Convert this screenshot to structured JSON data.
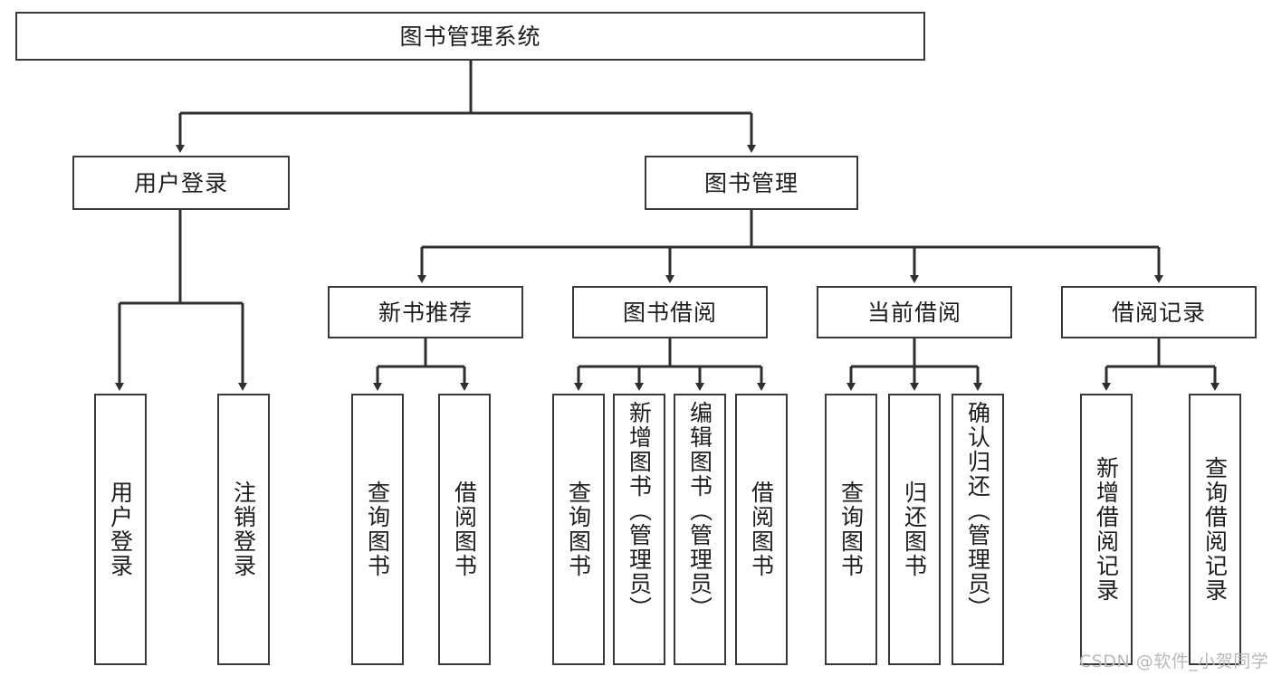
{
  "diagram": {
    "title": "图书管理系统",
    "type": "tree-hierarchy-diagram",
    "root": {
      "label": "图书管理系统"
    },
    "level1": [
      {
        "label": "用户登录"
      },
      {
        "label": "图书管理"
      }
    ],
    "level2": [
      {
        "label": "新书推荐"
      },
      {
        "label": "图书借阅"
      },
      {
        "label": "当前借阅"
      },
      {
        "label": "借阅记录"
      }
    ],
    "leaves": {
      "user_login": [
        {
          "label": "用户登录"
        },
        {
          "label": "注销登录"
        }
      ],
      "new_book_recommend": [
        {
          "label": "查询图书"
        },
        {
          "label": "借阅图书"
        }
      ],
      "book_borrow": [
        {
          "label": "查询图书"
        },
        {
          "label": "新增图书（管理员）"
        },
        {
          "label": "编辑图书（管理员）"
        },
        {
          "label": "借阅图书"
        }
      ],
      "current_borrow": [
        {
          "label": "查询图书"
        },
        {
          "label": "归还图书"
        },
        {
          "label": "确认归还（管理员）"
        }
      ],
      "borrow_record": [
        {
          "label": "新增借阅记录"
        },
        {
          "label": "查询借阅记录"
        }
      ]
    },
    "watermark": "CSDN @软件_小贺同学",
    "colors": {
      "box_border": "#3a3a3a",
      "box_fill": "#ffffff",
      "text": "#1d1d1d",
      "connector": "#2f2f2f",
      "watermark": "#b9b9b9",
      "background": "#ffffff"
    }
  }
}
